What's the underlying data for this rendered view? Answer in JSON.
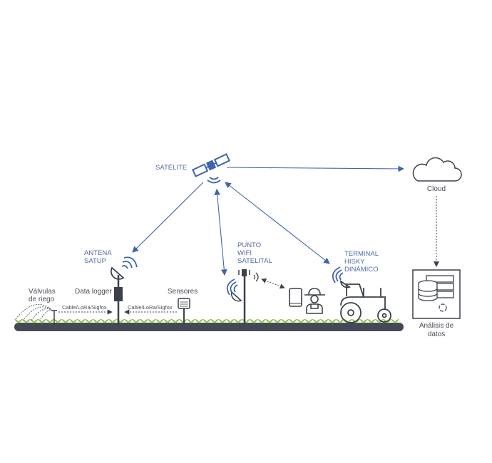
{
  "satellite": {
    "label": "SATÉLITE"
  },
  "cloud": {
    "label": "Cloud"
  },
  "analysis": {
    "label_line1": "Análisis de",
    "label_line2": "datos"
  },
  "antenna": {
    "label_line1": "ANTENA",
    "label_line2": "SATUP"
  },
  "wifi_point": {
    "label_line1": "PUNTO",
    "label_line2": "WIFI",
    "label_line3": "SATELITAL"
  },
  "terminal": {
    "label_line1": "TERMINAL",
    "label_line2": "HISKY",
    "label_line3": "DINÁMICO"
  },
  "data_logger": {
    "label": "Data logger"
  },
  "valves": {
    "label_line1": "Válvulas",
    "label_line2": "de riego"
  },
  "sensors": {
    "label": "Sensores"
  },
  "links": {
    "valves_to_logger": "Cable/LoRa/Sigfox",
    "sensors_to_logger": "Cable/LoRa/Sigfox"
  },
  "colors": {
    "accent": "#3f63ad",
    "dark": "#3d414c",
    "ground": "#454955",
    "plant": "#8cc34b"
  }
}
